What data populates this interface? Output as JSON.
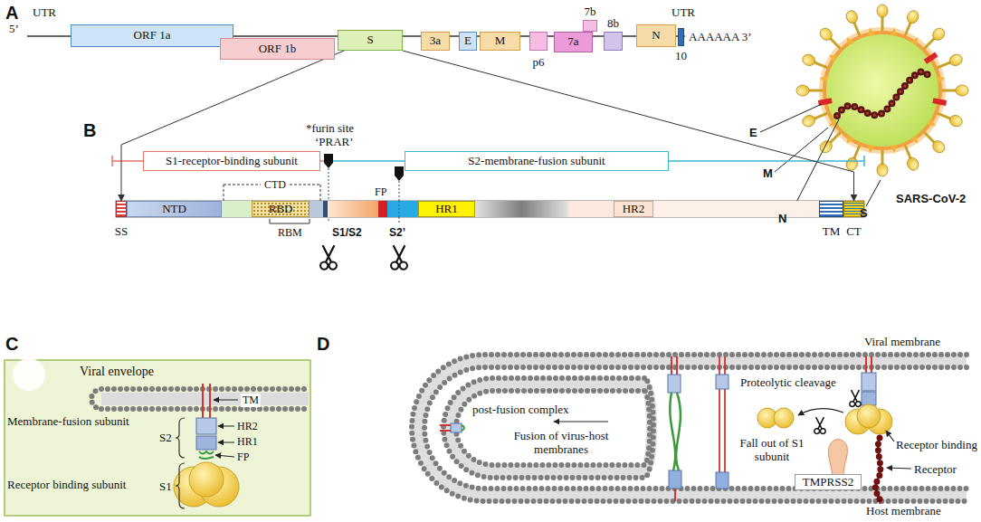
{
  "diagram": {
    "nodes": [
      {
        "text": [
          "ORF 1a"
        ]
      },
      {
        "text": [
          "ORF 1b"
        ]
      },
      {
        "text": [
          "S"
        ]
      },
      {
        "text": [
          "3a"
        ]
      },
      {
        "text": [
          "E"
        ]
      },
      {
        "text": [
          "M"
        ]
      },
      {
        "text": [
          "p6"
        ]
      },
      {
        "text": [
          "7a"
        ]
      },
      {
        "text": [
          "7b"
        ]
      },
      {
        "text": [
          "8b"
        ]
      },
      {
        "text": [
          "N"
        ]
      },
      {
        "text": [
          "10"
        ]
      },
      {
        "text": [
          "S1-receptor-binding subunit"
        ]
      },
      {
        "text": [
          "S2-membrane-fusion subunit"
        ]
      },
      {
        "text": [
          "SS"
        ]
      },
      {
        "text": [
          "NTD"
        ]
      },
      {
        "text": [
          "RBD"
        ]
      },
      {
        "text": [
          "HR1"
        ]
      },
      {
        "text": [
          "HR2"
        ]
      },
      {
        "text": [
          "TM"
        ]
      },
      {
        "text": [
          "CT"
        ]
      },
      {
        "text": [
          "TMPRSS2"
        ]
      }
    ],
    "edges": [
      {
        "from": 2,
        "to": 14,
        "arrow": "to"
      },
      {
        "from": 2,
        "to": 20,
        "arrow": "to"
      }
    ],
    "labels": [
      "A",
      "UTR",
      "5’",
      "UTR",
      "AAAAAA 3’",
      "E",
      "M",
      "N",
      "S",
      "SARS-CoV-2",
      "B",
      "*furin site",
      "‘PRAR’",
      "CTD",
      "RBM",
      "S1/S2",
      "FP",
      "S2’",
      "C",
      "Viral envelope",
      "TM",
      "Membrane-fusion subunit",
      "S2",
      "HR2",
      "HR1",
      "FP",
      "Receptor binding subunit",
      "S1",
      "D",
      "Viral membrane",
      "Proteolytic cleavage",
      "post-fusion complex",
      "Fusion of virus-host membranes",
      "Fall out of S1 subunit",
      "Receptor binding",
      "Receptor",
      "Host membrane"
    ]
  }
}
